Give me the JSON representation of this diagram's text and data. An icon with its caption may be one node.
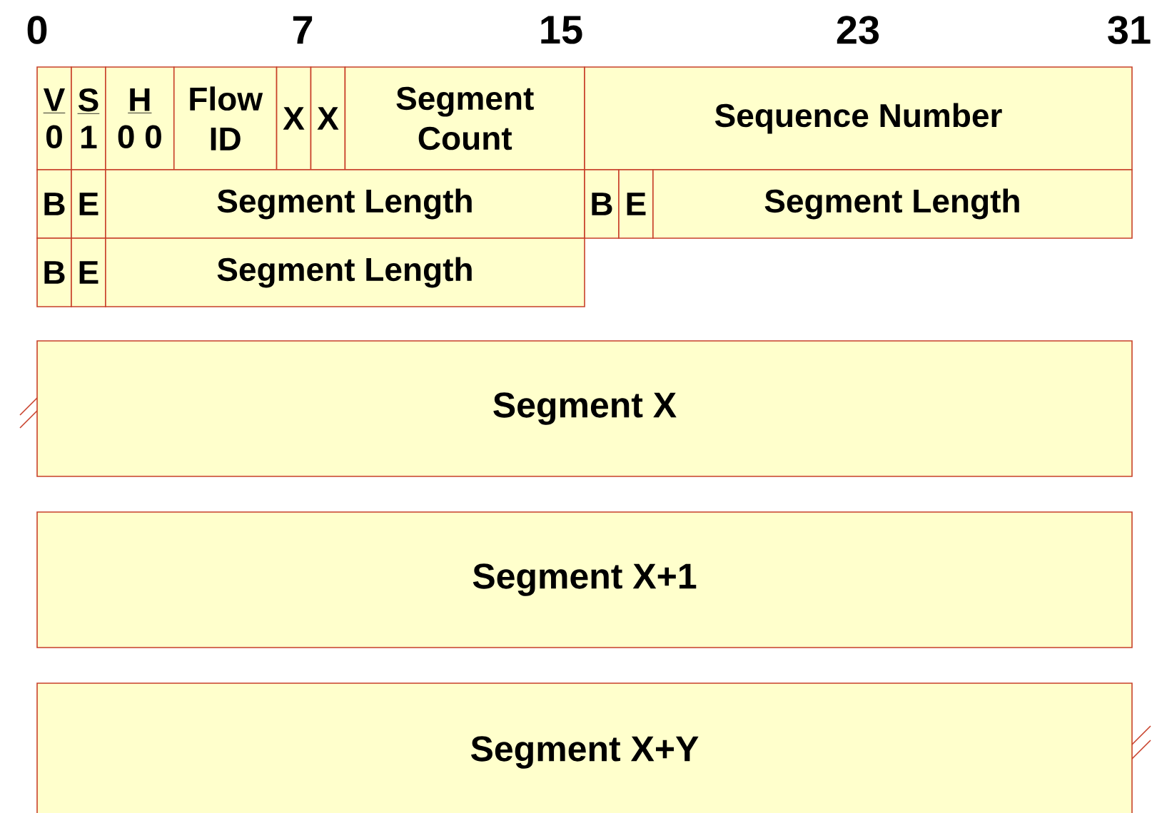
{
  "diagram": {
    "nodes": [
      {
        "text": [
          "V",
          "0"
        ]
      },
      {
        "text": [
          "S",
          "1"
        ]
      },
      {
        "text": [
          "H",
          "0 0"
        ]
      },
      {
        "text": [
          "Flow ID"
        ]
      },
      {
        "text": [
          "X"
        ]
      },
      {
        "text": [
          "X"
        ]
      },
      {
        "text": [
          "Segment Count"
        ]
      },
      {
        "text": [
          "Sequence Number"
        ]
      },
      {
        "text": [
          "B"
        ]
      },
      {
        "text": [
          "E"
        ]
      },
      {
        "text": [
          "Segment Length"
        ]
      },
      {
        "text": [
          "B"
        ]
      },
      {
        "text": [
          "E"
        ]
      },
      {
        "text": [
          "Segment Length"
        ]
      },
      {
        "text": [
          "B"
        ]
      },
      {
        "text": [
          "E"
        ]
      },
      {
        "text": [
          "Segment Length"
        ]
      },
      {
        "text": [
          "Segment X"
        ]
      },
      {
        "text": [
          "Segment X+1"
        ]
      },
      {
        "text": [
          "Segment X+Y"
        ]
      }
    ],
    "labels": [
      "0",
      "7",
      "15",
      "23",
      "31"
    ]
  }
}
